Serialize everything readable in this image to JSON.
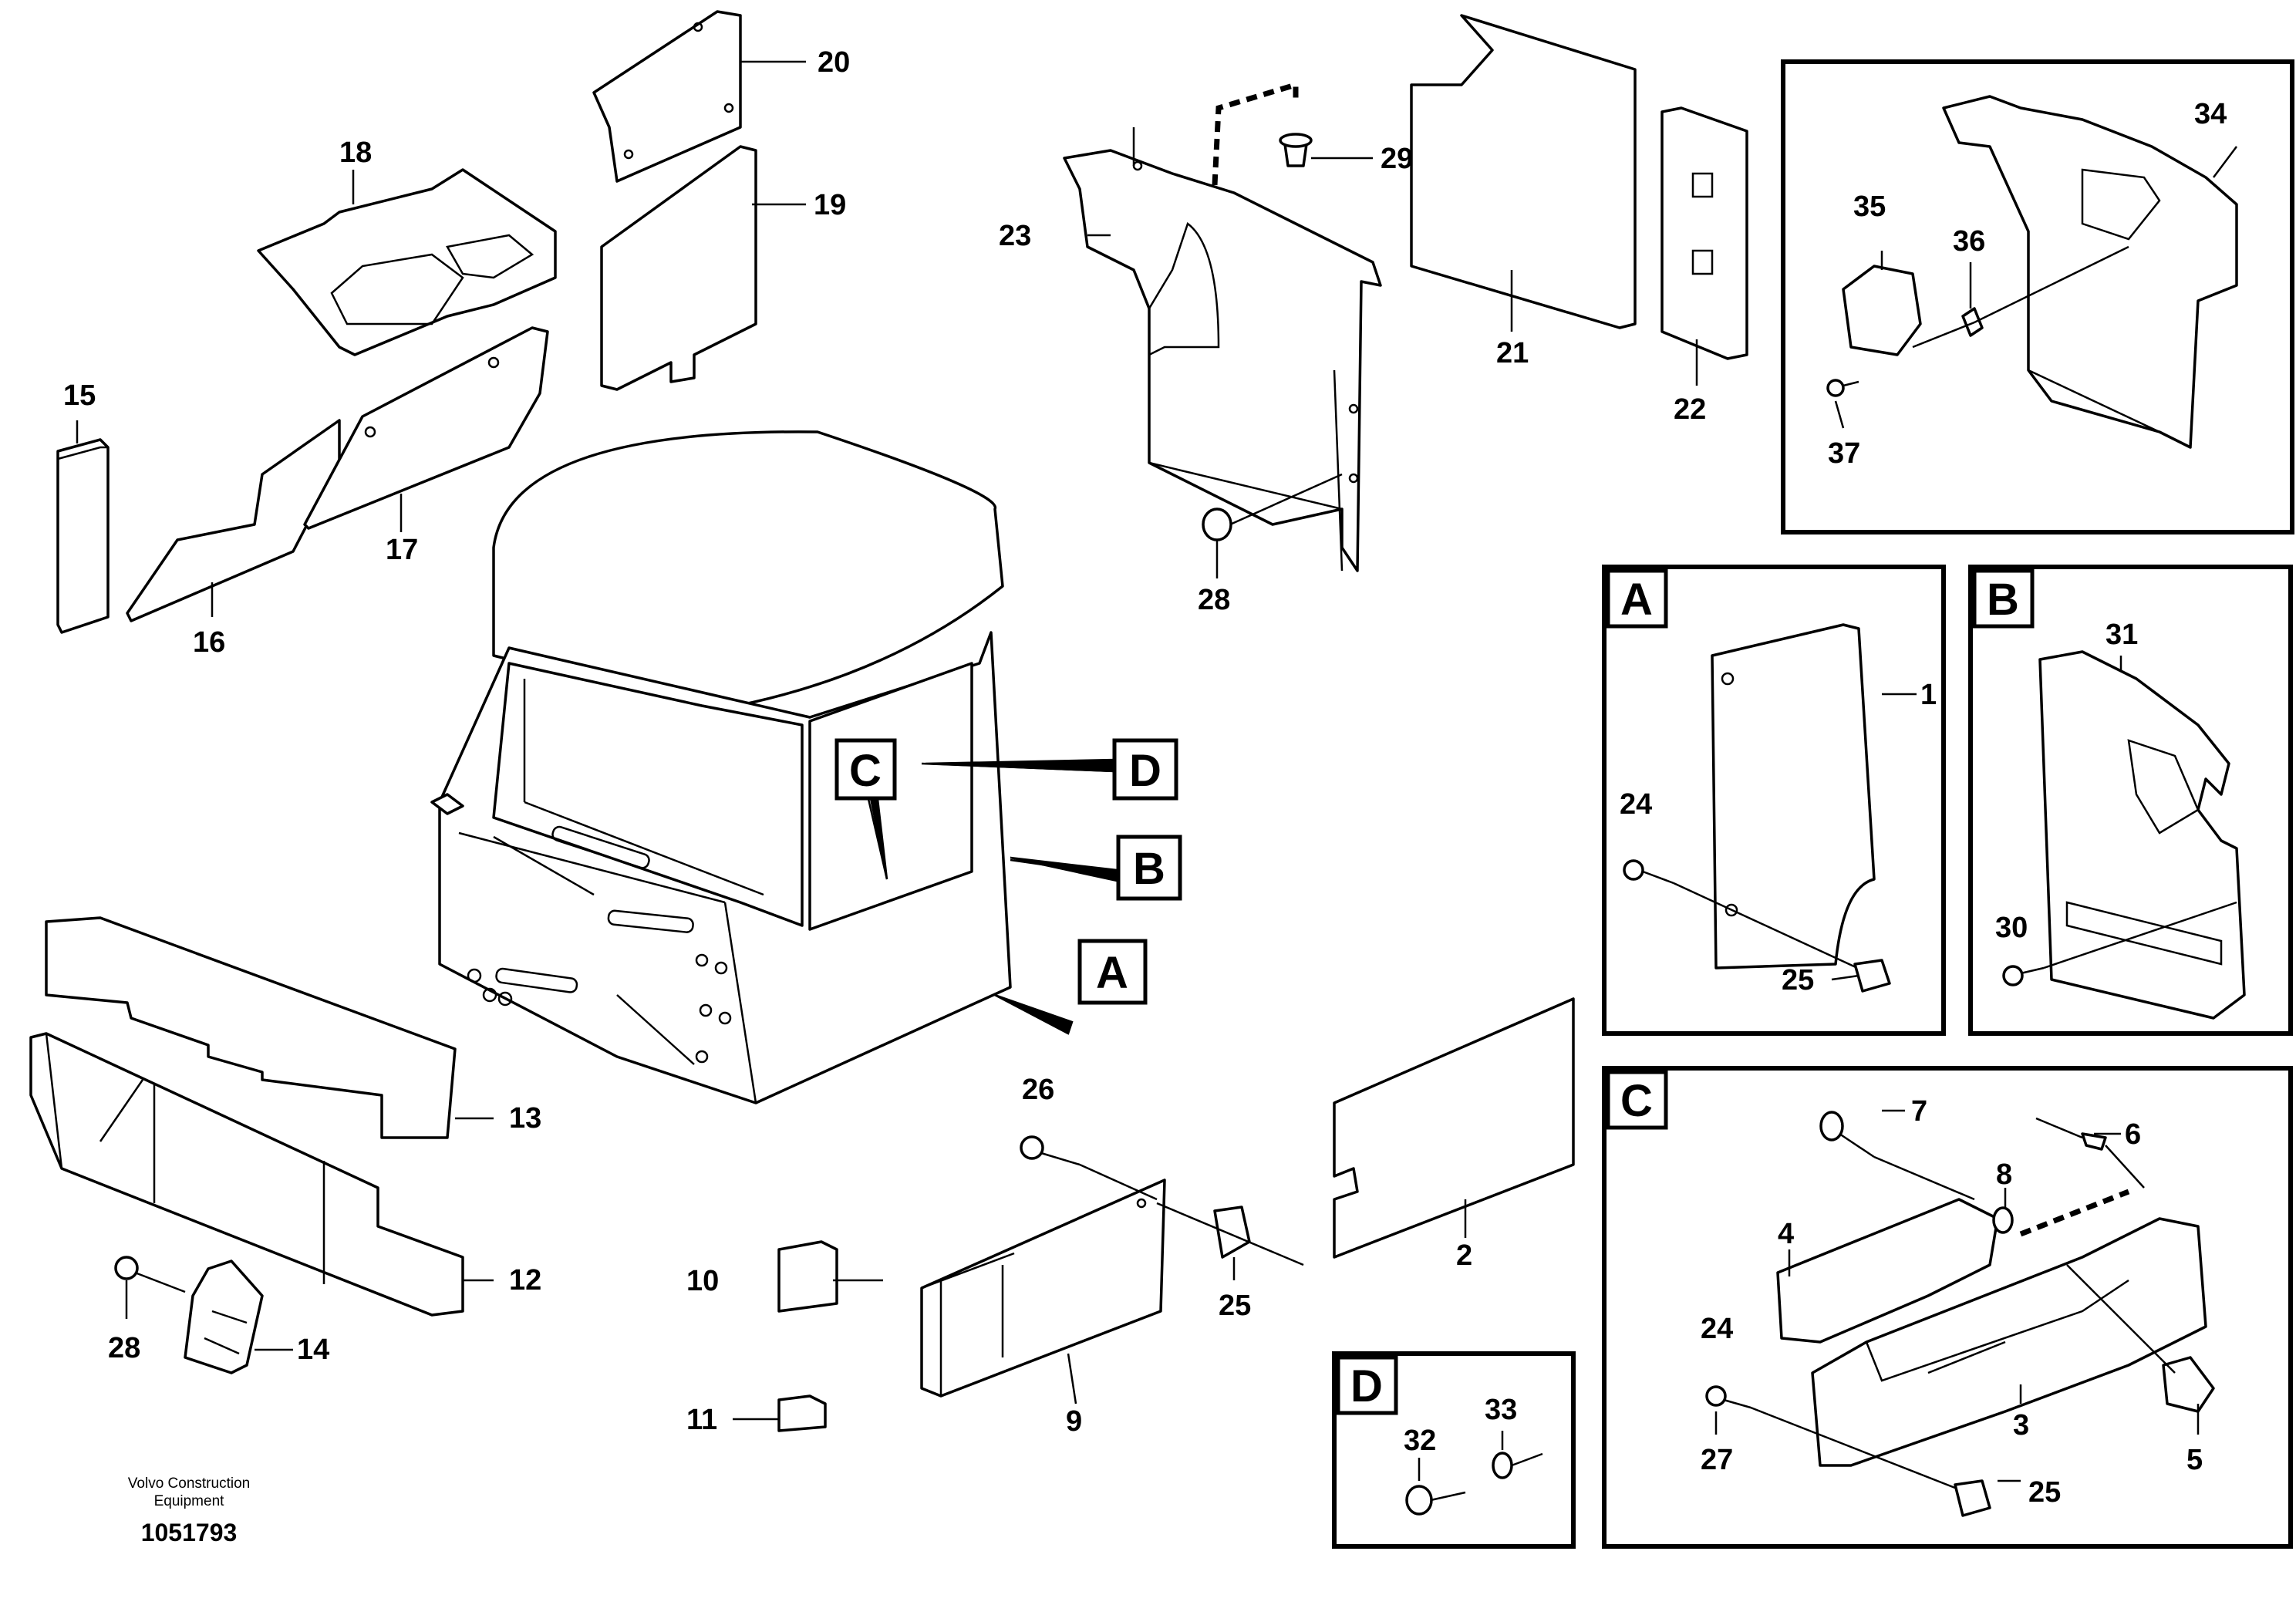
{
  "diagram": {
    "footer": {
      "brand_line1": "Volvo Construction",
      "brand_line2": "Equipment",
      "drawing_number": "1051793"
    },
    "detail_tags": {
      "A": "A",
      "B": "B",
      "C": "C",
      "D": "D"
    },
    "callouts": {
      "c1": "1",
      "c2": "2",
      "c3": "3",
      "c4": "4",
      "c5": "5",
      "c6": "6",
      "c7": "7",
      "c8": "8",
      "c9": "9",
      "c10": "10",
      "c11": "11",
      "c12": "12",
      "c13": "13",
      "c14": "14",
      "c15": "15",
      "c16": "16",
      "c17": "17",
      "c18": "18",
      "c19": "19",
      "c20": "20",
      "c21": "21",
      "c22": "22",
      "c23": "23",
      "c24_A": "24",
      "c24_C": "24",
      "c25_main": "25",
      "c25_A": "25",
      "c25_C": "25",
      "c26": "26",
      "c27": "27",
      "c28_main": "28",
      "c28_left": "28",
      "c29": "29",
      "c30": "30",
      "c31": "31",
      "c32": "32",
      "c33": "33",
      "c34": "34",
      "c35": "35",
      "c36": "36",
      "c37": "37"
    }
  }
}
